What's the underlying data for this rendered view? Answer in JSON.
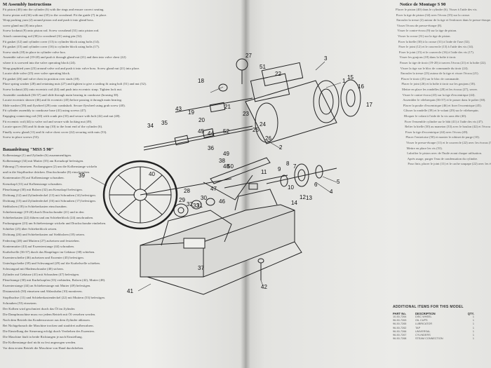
{
  "left_page": {
    "section1": {
      "heading": "M Assembly Instructions",
      "lines": [
        "Fit piston (40) into the cylinder (6) with the rings and ensure correct seating.",
        "Screw piston rod (34) with nut (35) to the crosshead. Fit the guide (7) in place.",
        "Wrap packing yarn (2) around piston rod and push it into gland boss.",
        "screw gland nut (8) into place.",
        "Screw locknut (9) onto piston rod. Screw crosshead (31) onto piston rod.",
        "Attach connecting rod (30) to crosshead (31) using pin (32).",
        "Fit gasket (12) and cylinder cover (13) to cylinder block using bolts (14).",
        "Fit gasket (15) and cylinder cover (16) to cylinder block using bolts (17).",
        "Screw studs (18) in place in cylinder valve box.",
        "Assemble valve rod (19-20) and push it through gland nut (21) and then into valve chest (22)",
        "where it is screwed into the valve operating block (24).",
        "Wrap graphited yarn (23) around valve rod and push it into valve boss. Screw gland nut (21) into place.",
        "Locate slide valve (25) over valve operating block.",
        "Fit gasket (26) and valve chest in position over studs (18).",
        "Place spring washer (28) and retaining nuts (27) and tighten to give a sealing fit using bolt (51) and nut (52).",
        "Screw locknut (43) onto eccentric rod (44) and push into eccentric strap. Tighten lock nut.",
        "Assemble crankshaft (36-37) and slide through main bearing in crankcase (housing 38).",
        "Locate eccentric sheave (46) and fit eccentric (45) before passing it through main bearing.",
        "Slide washer (39) and flywheel (29) onto crankshaft. Secure flywheel using grub screw (40).",
        "Fit cylinder assembly to crankcase base (41) using screws (47).",
        "Engaging connecting rod (30) with crank pin (33) and secure with bolt (42) and nut (48).",
        "Fit eccentric rod (44) to valve rod and secure with locking nut (49).",
        "Locate spacer (50) and fit drain tap (10) to the front end of the cylinder (6).",
        "Finally screw gland (11) and fit valve chest cover (22) securing with nuts (53).",
        "Screw in place screws (53)."
      ]
    },
    "section2": {
      "heading": "Bauanleitung \"MSS 5 90\"",
      "lines": [
        "Kolbenstange (1) und Zylinder (6) zusammenfügen.",
        "Kolbenstange (34) mit Mutter (35) am Kreuzkopf befestigen.",
        "Führung (7) einsetzen. Packungsgarn (2) um die Kolbenstange wickeln",
        "und in die Stopfbuchse drücken. Druckschraube (8) einschrauben.",
        "Kontermutter (9) auf Kolbenstange schrauben.",
        "Kreuzkopf (31) auf Kolbenstange schrauben.",
        "Pleuelstange (30) mit Bolzen (32) am Kreuzkopf befestigen.",
        "Dichtung (12) und Zylinderdeckel (13) mit Schrauben (14) befestigen.",
        "Dichtung (15) und Zylinderdeckel (16) mit Schrauben (17) befestigen.",
        "Stehbolzen (18) in Schieberkasten einschrauben.",
        "Schieberstange (19-20) durch Druckschraube (21) und in den",
        "Schieberkasten (22) führen und am Schieberblock (24) anschrauben.",
        "Packungsgarn (23) um Schieberstange wickeln und Druckschraube eindrehen.",
        "Schieber (25) über Schieberblock setzen.",
        "Dichtung (26) und Schieberkasten auf Stehbolzen (18) setzen.",
        "Federring (28) und Muttern (27) aufsetzen und festziehen.",
        "Kontermutter (43) auf Exzenterstange (44) schrauben.",
        "Kurbelwelle (36-37) durch das Hauptlager im Gehäuse (38) schieben.",
        "Exzenterscheibe (46) aufsetzen und Exzenter (45) befestigen.",
        "Unterlegscheibe (39) und Schwungrad (29) auf die Kurbelwelle schieben.",
        "Schwungrad mit Madenschraube (40) sichern.",
        "Zylinder auf Gehäuse (41) mit Schrauben (47) befestigen.",
        "Pleuelstange (30) mit Kurbelzapfen (33) verbinden, Bolzen (42), Mutter (48).",
        "Exzenterstange (44) an Schieberstange mit Mutter (49) befestigen.",
        "Distanzstück (50) einsetzen und Ablasshahn (10) montieren.",
        "Stopfbuchse (11) und Schieberkastendeckel (22) mit Muttern (53) befestigen.",
        "Schrauben (53) einsetzen.",
        "Der Kolben wird geschmiert durch das Öl im Zylinder.",
        "Die Dampfmaschine muss vor jedem Betrieb mit Öl versehen werden.",
        "Nach dem Betrieb das Kondenswasser aus dem Zylinder ablassen.",
        "Bei Nichtgebrauch die Maschine trocken und staubfrei aufbewahren.",
        "Die Einstellung der Steuerung erfolgt durch Verdrehen des Exzenters.",
        "Die Maschine läuft in beide Richtungen je nach Einstellung.",
        "Die Kolbenstange darf nicht zu fest angezogen werden.",
        "Vor dem ersten Betrieb die Maschine von Hand durchdrehen."
      ]
    }
  },
  "right_page": {
    "heading": "Notice de Montage S 90",
    "lines": [
      "Placer le piston (40) dans le cylindre (6). Visser à l'aide des vis.",
      "Fixer la tige de piston (34) avec l'écrou (35) sur la crosse.",
      "Enrouler la tresse (2) autour de la tige et l'enfoncer dans le presse-étoupe.",
      "Visser l'écrou de presse-étoupe (8).",
      "Visser le contre-écrou (9) sur la tige de piston.",
      "Visser la crosse (31) sur la tige de piston.",
      "Fixer la bielle (30) à la crosse (31) à l'aide de l'axe (32).",
      "Fixer le joint (12) et le couvercle (13) à l'aide des vis (14).",
      "Fixer le joint (15) et le couvercle (16) à l'aide des vis (17).",
      "Visser les goujons (18) dans la boîte à tiroir.",
      "Passer la tige de tiroir (19-20) à travers l'écrou (21) et la boîte (22).",
      "Visser la tige sur le bloc de commande du tiroir (24).",
      "Enrouler la tresse (23) autour de la tige et visser l'écrou (21).",
      "Placer le tiroir (25) sur le bloc de commande.",
      "Placer le joint (26) et la boîte à tiroir sur les goujons (18).",
      "Mettre en place les rondelles (28) et les écrous (27), serrer.",
      "Visser le contre-écrou (43) sur la tige d'excentrique (44).",
      "Assembler le vilebrequin (36-37) et le passer dans le palier (38).",
      "Placer la poulie d'excentrique (46) et fixer l'excentrique (45).",
      "Glisser la rondelle (39) et le volant (29) sur le vilebrequin.",
      "Bloquer le volant à l'aide de la vis sans tête (40).",
      "Fixer l'ensemble cylindre sur le bâti (41) à l'aide des vis (47).",
      "Relier la bielle (30) au maneton (33) avec le boulon (42) et l'écrou (48).",
      "Fixer la tige d'excentrique (44) avec l'écrou (49).",
      "Placer l'entretoise (50) et monter le robinet de purge (10).",
      "Visser le presse-étoupe (11) et le couvercle (22) avec les écrous (53).",
      "Mettre en place les vis (53).",
      "Lubrifier le piston avec de l'huile avant chaque utilisation.",
      "Après usage, purger l'eau de condensation du cylindre.",
      "Pour finir, placer le joint (11) et le cache soupape (22) avec les écrous (53)."
    ],
    "table": {
      "title": "ADDITIONAL ITEMS FOR THIS MODEL",
      "headers": [
        "PART No.",
        "DESCRIPTION",
        "QTY."
      ],
      "rows": [
        [
          "10-50-7264",
          "DISC WHEEL",
          "1"
        ],
        [
          "96-50-7263",
          "OIL CUPS",
          "1"
        ],
        [
          "96-50-7265",
          "LUBRICATOR",
          "1"
        ],
        [
          "96-50-7262",
          "TAP",
          "1"
        ],
        [
          "96-50-7266",
          "UNIVERSAL",
          "1"
        ],
        [
          "96-50-7267",
          "CYLINDERS",
          "1"
        ],
        [
          "96-50-7268",
          "STEAM CONNECTION",
          "1"
        ]
      ]
    }
  },
  "diagram": {
    "callouts": [
      "1",
      "2",
      "3",
      "4",
      "5",
      "6",
      "7",
      "8",
      "9",
      "10",
      "11",
      "12",
      "13",
      "14",
      "15",
      "16",
      "17",
      "18",
      "19",
      "20",
      "21",
      "22",
      "23",
      "24",
      "25",
      "26",
      "27",
      "28",
      "29",
      "30",
      "31",
      "32",
      "33",
      "34",
      "35",
      "36",
      "37",
      "38",
      "39",
      "40",
      "41",
      "42",
      "43",
      "44",
      "45",
      "46",
      "47",
      "48",
      "49",
      "50",
      "51",
      "52"
    ]
  }
}
